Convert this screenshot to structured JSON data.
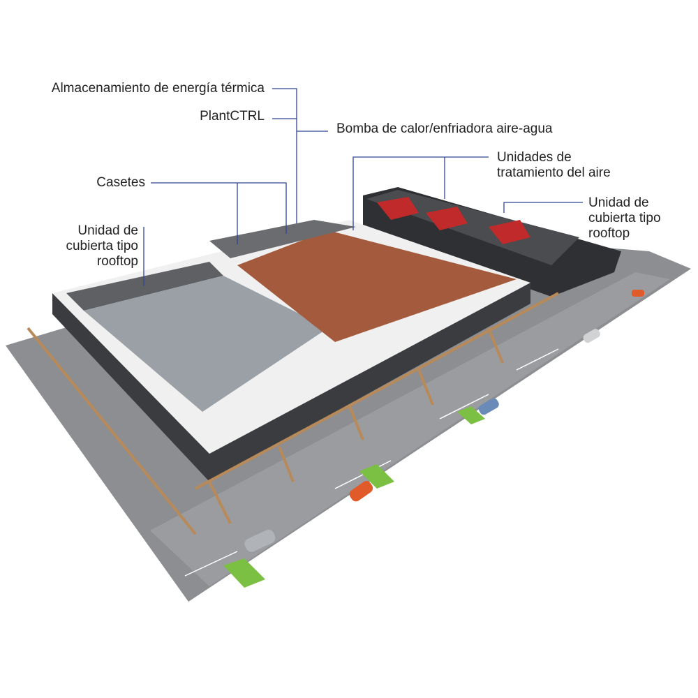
{
  "labels": {
    "thermal_storage": "Almacenamiento de energía térmica",
    "plantctrl": "PlantCTRL",
    "heat_pump": "Bomba de calor/enfriadora aire-agua",
    "cassettes": "Casetes",
    "rooftop_left": [
      "Unidad de",
      "cubierta tipo",
      "rooftop"
    ],
    "air_handling": [
      "Unidades de",
      "tratamiento del aire"
    ],
    "rooftop_right": [
      "Unidad de",
      "cubierta tipo",
      "rooftop"
    ]
  },
  "colors": {
    "leader": "#2f4595",
    "ground": "#8a8c8f",
    "roof": "#5e6063",
    "floor": "#a45a3c",
    "wall": "#f2f2f2",
    "wood": "#b88a5a"
  }
}
